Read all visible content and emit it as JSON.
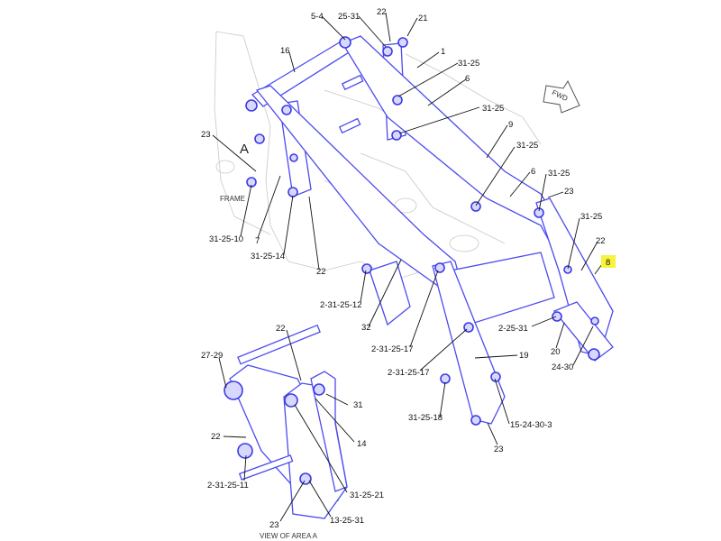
{
  "diagram": {
    "callouts": [
      "5-4",
      "25-31",
      "22",
      "21",
      "16",
      "1",
      "31-25",
      "6",
      "31-25",
      "9",
      "31-25",
      "6",
      "31-25",
      "23",
      "31-25",
      "22",
      "8",
      "23",
      "31-25-10",
      "7",
      "31-25-14",
      "22",
      "2-31-25-12",
      "32",
      "2-31-25-17",
      "2-31-25-17",
      "2-25-31",
      "19",
      "20",
      "24-30",
      "31-25-18",
      "15-24-30-3",
      "23",
      "22",
      "27-29",
      "31",
      "14",
      "22",
      "2-31-25-11",
      "31-25-21",
      "23",
      "13-25-31"
    ],
    "highlighted_callout": "8",
    "view_marker": "A",
    "frame_label": "FRAME",
    "fwd_label": "FWD",
    "detail_caption": "VIEW OF AREA A",
    "colors": {
      "part_outline": "#4b4bf0",
      "highlight": "#f7f23a",
      "background_lines": "#c8c8c8"
    }
  }
}
